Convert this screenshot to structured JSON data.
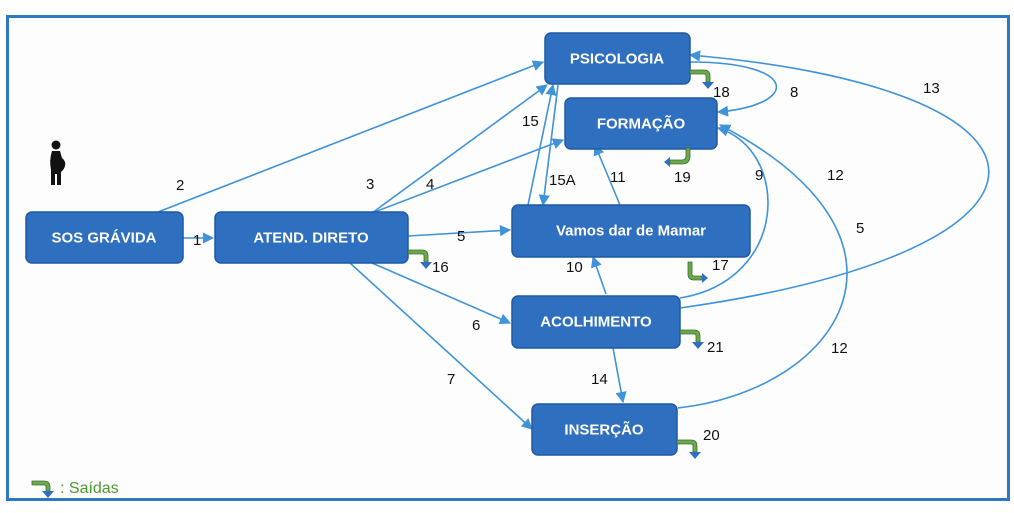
{
  "nodes": {
    "sos_gravida": "SOS GRÁVIDA",
    "atend_direto": "ATEND. DIRETO",
    "psicologia": "PSICOLOGIA",
    "formacao": "FORMAÇÃO",
    "vamos_dar_de_mamar": "Vamos dar de Mamar",
    "acolhimento": "ACOLHIMENTO",
    "insercao": "INSERÇÃO"
  },
  "edges": {
    "e1": "1",
    "e2": "2",
    "e3": "3",
    "e4": "4",
    "e5": "5",
    "e5b": "5",
    "e6": "6",
    "e7": "7",
    "e8": "8",
    "e9": "9",
    "e10": "10",
    "e11": "11",
    "e12a": "12",
    "e12b": "12",
    "e13": "13",
    "e14": "14",
    "e15": "15",
    "e15a": "15A"
  },
  "exits": {
    "x16": "16",
    "x17": "17",
    "x18": "18",
    "x19": "19",
    "x20": "20",
    "x21": "21"
  },
  "legend": {
    "label": ": Saídas"
  },
  "colors": {
    "node_fill": "#2f6fbf",
    "edge": "#3f93d8",
    "exit_arrow": "#6aa84f",
    "legend_text": "#4a9a30",
    "frame": "#2e78c4"
  },
  "icons": [
    "pregnant-woman-icon",
    "exit-arrow-icon"
  ]
}
